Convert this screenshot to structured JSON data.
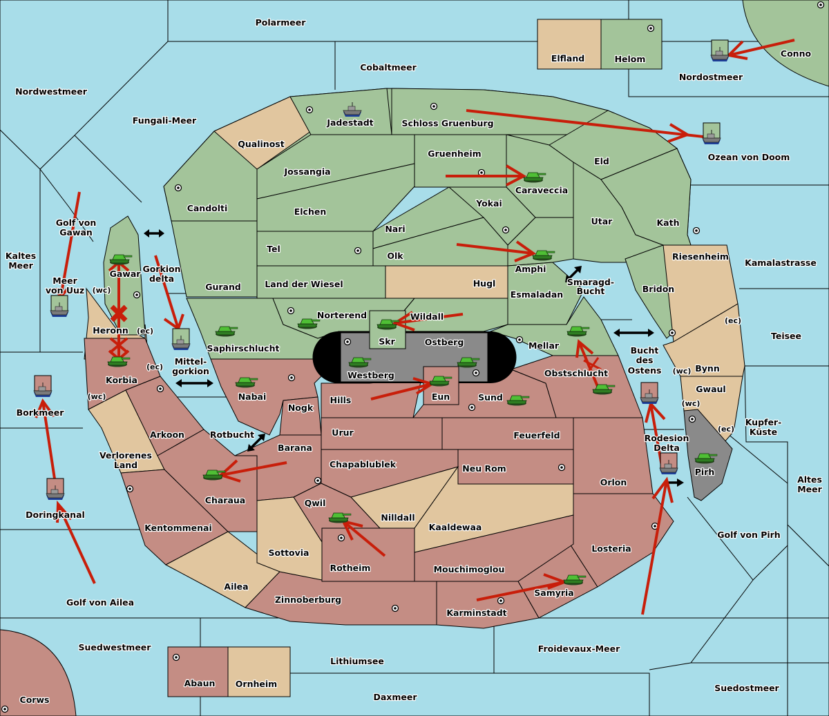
{
  "game": {
    "title": "Diplomacy-style map",
    "colors": {
      "sea": "#a8dde9",
      "power_green": "#a3c49a",
      "power_red": "#c48d84",
      "neutral": "#e1c69f",
      "impassable": "#8a8a8a",
      "order_arrow": "#c81e0a",
      "unit_army": "#3fa52c",
      "unit_fleet": "#7a7a7a"
    }
  },
  "sea_regions": [
    {
      "name": "Polarmeer"
    },
    {
      "name": "Cobaltmeer"
    },
    {
      "name": "Nordwestmeer"
    },
    {
      "name": "Fungali-Meer"
    },
    {
      "name": "Nordostmeer"
    },
    {
      "name": "Ozean von Doom"
    },
    {
      "name": "Golf von Gawan"
    },
    {
      "name": "Kaltes Meer"
    },
    {
      "name": "Meer von Uuz"
    },
    {
      "name": "Gorkion delta"
    },
    {
      "name": "Mittel-gorkion"
    },
    {
      "name": "Borkmeer"
    },
    {
      "name": "Rotbucht"
    },
    {
      "name": "Doringkanal"
    },
    {
      "name": "Golf von Ailea"
    },
    {
      "name": "Suedwestmeer"
    },
    {
      "name": "Lithiumsee"
    },
    {
      "name": "Daxmeer"
    },
    {
      "name": "Froidevaux-Meer"
    },
    {
      "name": "Suedostmeer"
    },
    {
      "name": "Golf von Pirh"
    },
    {
      "name": "Altes Meer"
    },
    {
      "name": "Kupfer-Küste"
    },
    {
      "name": "Teisee"
    },
    {
      "name": "Kamalastrasse"
    },
    {
      "name": "Smaragd-Bucht"
    },
    {
      "name": "Bucht des Ostens"
    },
    {
      "name": "Rodesion Delta"
    }
  ],
  "labels": {
    "polarmeer": "Polarmeer",
    "cobaltmeer": "Cobaltmeer",
    "nordwestmeer": "Nordwestmeer",
    "fungali": "Fungali-Meer",
    "nordostmeer": "Nordostmeer",
    "ozean": "Ozean von Doom",
    "golf_gawan_1": "Golf von",
    "golf_gawan_2": "Gawan",
    "kaltes_1": "Kaltes",
    "kaltes_2": "Meer",
    "uuz_1": "Meer",
    "uuz_2": "von Uuz",
    "gorkion_1": "Gorkion",
    "gorkion_2": "delta",
    "mittel_1": "Mittel-",
    "mittel_2": "gorkion",
    "borkmeer": "Borkmeer",
    "rotbucht": "Rotbucht",
    "doringkanal": "Doringkanal",
    "golf_ailea": "Golf von Ailea",
    "suedwestmeer": "Suedwestmeer",
    "lithiumsee": "Lithiumsee",
    "daxmeer": "Daxmeer",
    "froidevaux": "Froidevaux-Meer",
    "suedostmeer": "Suedostmeer",
    "golf_pirh": "Golf von Pirh",
    "altes_1": "Altes",
    "altes_2": "Meer",
    "kupfer_1": "Kupfer-",
    "kupfer_2": "Küste",
    "teisee": "Teisee",
    "kamala": "Kamalastrasse",
    "smaragd_1": "Smaragd-",
    "smaragd_2": "Bucht",
    "bucht_1": "Bucht",
    "bucht_2": "des",
    "bucht_3": "Ostens",
    "rodesion_1": "Rodesion",
    "rodesion_2": "Delta",
    "elfland": "Elfland",
    "helom": "Helom",
    "conno": "Conno",
    "jadestadt": "Jadestadt",
    "schloss": "Schloss Gruenburg",
    "qualinost": "Qualinost",
    "gruenheim": "Gruenheim",
    "jossangia": "Jossangia",
    "eld": "Eld",
    "caraveccia": "Caraveccia",
    "candolti": "Candolti",
    "elchen": "Elchen",
    "yokai": "Yokai",
    "nari": "Nari",
    "utar": "Utar",
    "kath": "Kath",
    "tel": "Tel",
    "olk": "Olk",
    "amphi": "Amphi",
    "riesenheim": "Riesenheim",
    "gawar": "Gawar",
    "gurand": "Gurand",
    "wiesel": "Land der Wiesel",
    "hugl": "Hugl",
    "esmaladan": "Esmaladan",
    "bridon": "Bridon",
    "heronn": "Heronn",
    "norterend": "Norterend",
    "wildall": "Wildall",
    "skr": "Skr",
    "ostberg": "Ostberg",
    "mellar": "Mellar",
    "saphir": "Saphirschlucht",
    "westberg": "Westberg",
    "korbia": "Korbia",
    "nabai": "Nabai",
    "obst": "Obstschlucht",
    "bynn": "Bynn",
    "gwaul": "Gwaul",
    "hills": "Hills",
    "eun": "Eun",
    "sund": "Sund",
    "nogk": "Nogk",
    "arkoon": "Arkoon",
    "verlorenes_1": "Verlorenes",
    "verlorenes_2": "Land",
    "urur": "Urur",
    "feuerfeld": "Feuerfeld",
    "barana": "Barana",
    "chapa": "Chapablublek",
    "neurom": "Neu Rom",
    "orlon": "Orlon",
    "pirh": "Pirh",
    "charaua": "Charaua",
    "qwil": "Qwil",
    "nilldall": "Nilldall",
    "kaaldewaa": "Kaaldewaa",
    "kentommenai": "Kentommenai",
    "sottovia": "Sottovia",
    "losteria": "Losteria",
    "rotheim": "Rotheim",
    "mouchi": "Mouchimoglou",
    "ailea": "Ailea",
    "samyria": "Samyria",
    "zinnoberburg": "Zinnoberburg",
    "karminstadt": "Karminstadt",
    "abaun": "Abaun",
    "ornheim": "Ornheim",
    "corws": "Corws",
    "wc": "(wc)",
    "ec": "(ec)"
  },
  "units": [
    {
      "type": "fleet",
      "location": "Jadestadt",
      "power": "green"
    },
    {
      "type": "fleet",
      "location": "Nordostmeer",
      "power": "green",
      "dislodged_marker": true
    },
    {
      "type": "fleet",
      "location": "Ozean von Doom",
      "power": "green",
      "dislodged_marker": true
    },
    {
      "type": "army",
      "location": "Caraveccia",
      "power": "green"
    },
    {
      "type": "army",
      "location": "Amphi",
      "power": "green"
    },
    {
      "type": "army",
      "location": "Gawar",
      "power": "green"
    },
    {
      "type": "fleet",
      "location": "Meer von Uuz",
      "power": "green",
      "dislodged_marker": true
    },
    {
      "type": "fleet",
      "location": "Mittel-gorkion",
      "power": "green",
      "dislodged_marker": true
    },
    {
      "type": "army",
      "location": "Saphirschlucht",
      "power": "green"
    },
    {
      "type": "army",
      "location": "Norterend",
      "power": "green"
    },
    {
      "type": "army",
      "location": "Skr",
      "power": "green"
    },
    {
      "type": "army",
      "location": "Westberg",
      "power": "green"
    },
    {
      "type": "army",
      "location": "Ostberg",
      "power": "green"
    },
    {
      "type": "army",
      "location": "Mellar",
      "power": "green"
    },
    {
      "type": "army",
      "location": "Korbia",
      "power": "red"
    },
    {
      "type": "army",
      "location": "Nabai",
      "power": "red"
    },
    {
      "type": "army",
      "location": "Eun",
      "power": "red"
    },
    {
      "type": "army",
      "location": "Sund",
      "power": "red"
    },
    {
      "type": "army",
      "location": "Obstschlucht",
      "power": "red"
    },
    {
      "type": "fleet",
      "location": "Bucht des Ostens",
      "power": "red",
      "dislodged_marker": true
    },
    {
      "type": "fleet",
      "location": "Rodesion Delta",
      "power": "red",
      "dislodged_marker": true
    },
    {
      "type": "army",
      "location": "Pirh",
      "power": "red"
    },
    {
      "type": "fleet",
      "location": "Borkmeer",
      "power": "red",
      "dislodged_marker": true
    },
    {
      "type": "fleet",
      "location": "Doringkanal",
      "power": "red",
      "dislodged_marker": true
    },
    {
      "type": "army",
      "location": "Charaua",
      "power": "red"
    },
    {
      "type": "army",
      "location": "Qwil",
      "power": "red"
    },
    {
      "type": "army",
      "location": "Samyria",
      "power": "red"
    }
  ],
  "orders": [
    {
      "from": "Conno",
      "to": "Nordostmeer",
      "kind": "support"
    },
    {
      "from": "Schloss Gruenburg",
      "to": "Ozean von Doom",
      "kind": "move"
    },
    {
      "from": "Gruenheim",
      "to": "Caraveccia",
      "kind": "move"
    },
    {
      "from": "Olk",
      "to": "Amphi",
      "kind": "move"
    },
    {
      "from": "Wildall",
      "to": "Skr",
      "kind": "move"
    },
    {
      "from": "Hills",
      "to": "Eun",
      "kind": "move"
    },
    {
      "from": "Golf von Gawan",
      "to": "Meer von Uuz",
      "kind": "move"
    },
    {
      "from": "Gorkion delta",
      "to": "Mittel-gorkion",
      "kind": "move"
    },
    {
      "from": "Gawar",
      "to": "Korbia",
      "kind": "move",
      "failed": true
    },
    {
      "from": "Korbia",
      "to": "Gawar",
      "kind": "move",
      "failed": true
    },
    {
      "from": "Obstschlucht",
      "to": "Mellar",
      "kind": "move",
      "failed": true
    },
    {
      "from": "Barana",
      "to": "Charaua",
      "kind": "move"
    },
    {
      "from": "Rotheim",
      "to": "Qwil",
      "kind": "move"
    },
    {
      "from": "Karminstadt",
      "to": "Samyria",
      "kind": "move"
    },
    {
      "from": "Doringkanal",
      "to": "Borkmeer",
      "kind": "move"
    },
    {
      "from": "Golf von Ailea",
      "to": "Doringkanal",
      "kind": "move"
    },
    {
      "from": "Rodesion Delta",
      "to": "Bucht des Ostens",
      "kind": "move"
    },
    {
      "from": "Froidevaux-Meer",
      "to": "Rodesion Delta",
      "kind": "move"
    }
  ]
}
